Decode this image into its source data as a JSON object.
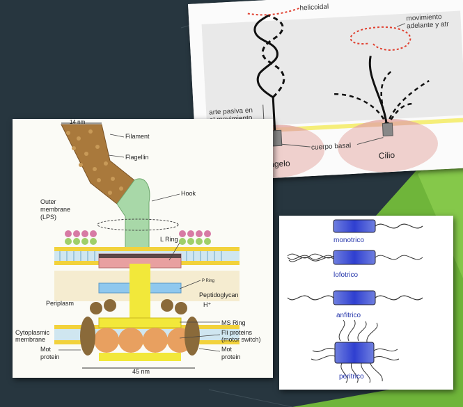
{
  "slide": {
    "colors": {
      "background": "#27363f",
      "accent_green": "#6fb53a"
    }
  },
  "motility_panel": {
    "label_helical": "helicoidal",
    "label_back_forth": "movimiento adelante y atr",
    "label_back_forth_line1": "movimiento",
    "label_back_forth_line2": "adelante y atr",
    "label_passive_line1": "arte pasiva en",
    "label_passive_line2": "el movimiento",
    "label_basal_body": "cuerpo basal",
    "label_flagellum": "Flagelo",
    "label_cilium": "Cilio"
  },
  "structure_panel": {
    "dim_top": "14 nm",
    "dim_bottom": "45 nm",
    "labels": {
      "filament": "Filament",
      "flagellin": "Flagellin",
      "hook": "Hook",
      "outer_membrane_1": "Outer",
      "outer_membrane_2": "membrane",
      "outer_membrane_3": "(LPS)",
      "l_ring": "L Ring",
      "p_ring": "P Ring",
      "peptidoglycan": "Peptidoglycan",
      "periplasm": "Periplasm",
      "h_plus": "H⁺",
      "ms_ring": "MS Ring",
      "fli_1": "Fli proteins",
      "fli_2": "(motor switch)",
      "cyto_1": "Cytoplasmic",
      "cyto_2": "membrane",
      "mot_left_1": "Mot",
      "mot_left_2": "protein",
      "mot_right_1": "Mot",
      "mot_right_2": "protein"
    }
  },
  "types_panel": {
    "items": [
      {
        "label": "monotrico"
      },
      {
        "label": "lofotrico"
      },
      {
        "label": "anfitrico"
      },
      {
        "label": "peritrico"
      }
    ]
  }
}
